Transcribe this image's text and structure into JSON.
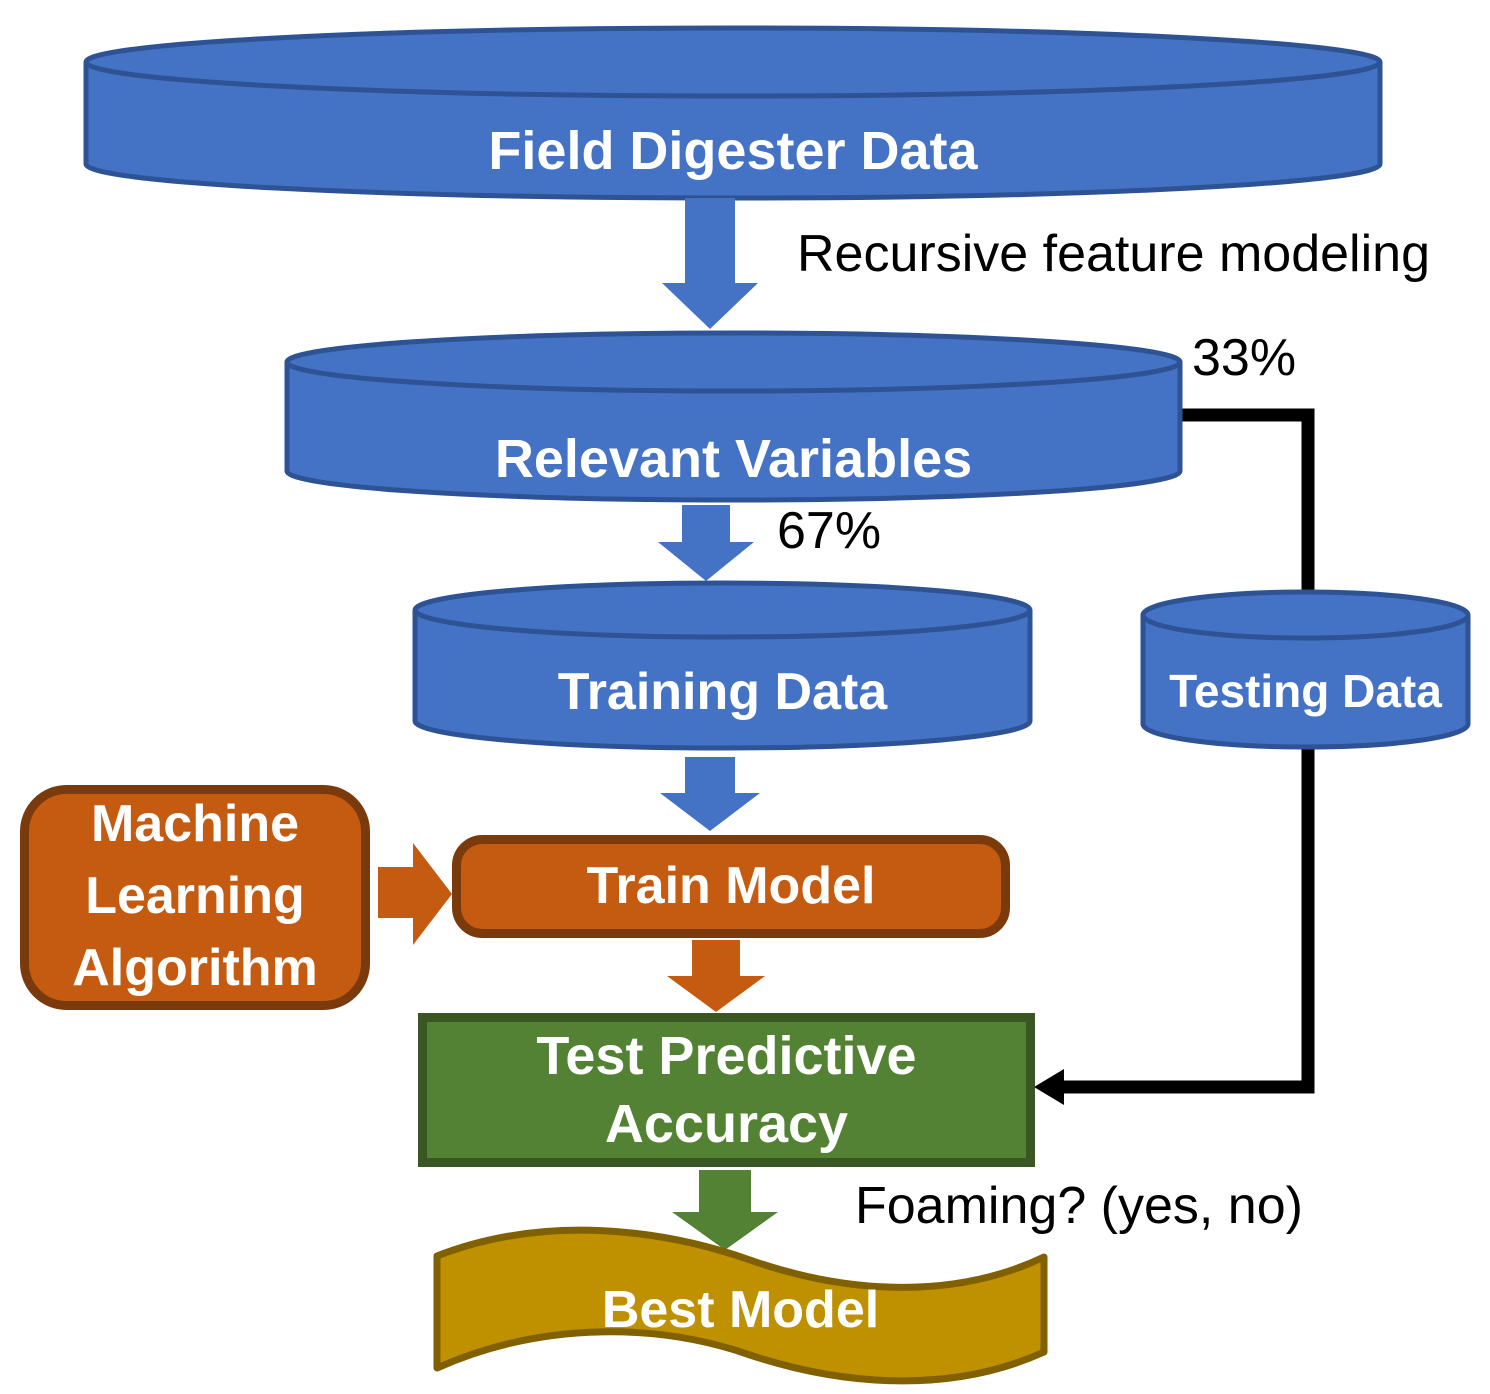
{
  "diagram": {
    "type": "flowchart",
    "nodes": {
      "field_digester_data": {
        "label": "Field Digester Data",
        "shape": "cylinder"
      },
      "relevant_variables": {
        "label": "Relevant Variables",
        "shape": "cylinder"
      },
      "training_data": {
        "label": "Training Data",
        "shape": "cylinder"
      },
      "testing_data": {
        "label": "Testing Data",
        "shape": "cylinder"
      },
      "machine_learning_algorithm": {
        "label": "Machine Learning Algorithm",
        "shape": "rounded-rectangle"
      },
      "train_model": {
        "label": "Train Model",
        "shape": "rounded-rectangle"
      },
      "test_predictive_accuracy": {
        "label": "Test Predictive Accuracy",
        "shape": "rectangle"
      },
      "best_model": {
        "label": "Best Model",
        "shape": "wave"
      }
    },
    "annotations": {
      "recursive_feature_modeling": "Recursive feature modeling",
      "split_test_percent": "33%",
      "split_train_percent": "67%",
      "foaming_question": "Foaming? (yes, no)"
    },
    "edges": [
      {
        "from": "Field Digester Data",
        "to": "Relevant Variables",
        "label": "Recursive feature modeling",
        "color": "blue"
      },
      {
        "from": "Relevant Variables",
        "to": "Training Data",
        "label": "67%",
        "color": "blue"
      },
      {
        "from": "Relevant Variables",
        "to": "Testing Data",
        "label": "33%",
        "color": "black"
      },
      {
        "from": "Training Data",
        "to": "Train Model",
        "label": "",
        "color": "blue"
      },
      {
        "from": "Machine Learning Algorithm",
        "to": "Train Model",
        "label": "",
        "color": "orange"
      },
      {
        "from": "Train Model",
        "to": "Test Predictive Accuracy",
        "label": "",
        "color": "orange"
      },
      {
        "from": "Testing Data",
        "to": "Test Predictive Accuracy",
        "label": "",
        "color": "black"
      },
      {
        "from": "Test Predictive Accuracy",
        "to": "Best Model",
        "label": "Foaming? (yes, no)",
        "color": "green"
      }
    ],
    "colors": {
      "blue": "#4472C4",
      "blue_border": "#2E5395",
      "orange": "#C55A11",
      "orange_border": "#7B3A0C",
      "green": "#548235",
      "green_border": "#3A5623",
      "gold": "#BF9000",
      "gold_border": "#806000",
      "connector": "#000000",
      "label_text": "#FFFFFF",
      "annotation_text": "#000000",
      "background": "#FFFFFF"
    }
  }
}
